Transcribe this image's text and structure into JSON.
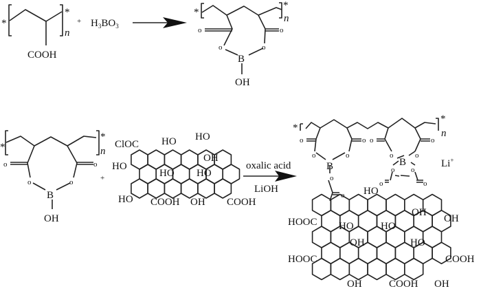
{
  "reaction1": {
    "star": "*",
    "n": "n",
    "side_group": "COOH",
    "plus": "+",
    "reagent": {
      "h": "H",
      "sub1": "3",
      "bo": "BO",
      "sub2": "3"
    },
    "product": {
      "o_carbonyl": "o",
      "o_ring": "o",
      "boron": "B",
      "hydroxyl": "OH"
    }
  },
  "reaction2": {
    "star": "*",
    "n": "n",
    "plus": "+",
    "polymer": {
      "o_carbonyl": "o",
      "o_ring": "o",
      "boron": "B",
      "hydroxyl": "OH"
    },
    "graphene_oxide_labels": [
      "ClOC",
      "HO",
      "HO",
      "HO",
      "OH",
      "HO",
      "HO",
      "HO",
      "COOH",
      "OH",
      "COOH"
    ],
    "conditions": {
      "top": "oxalic acid",
      "bottom": "LiOH"
    },
    "product": {
      "o": "o",
      "boron": "B",
      "lithium": "Li",
      "charge": "+",
      "labels": [
        "HO",
        "OH",
        "OH",
        "HOOC",
        "HO",
        "HO",
        "OH",
        "HO",
        "HOOC",
        "COOH",
        "OH",
        "COOH",
        "OH"
      ]
    }
  }
}
